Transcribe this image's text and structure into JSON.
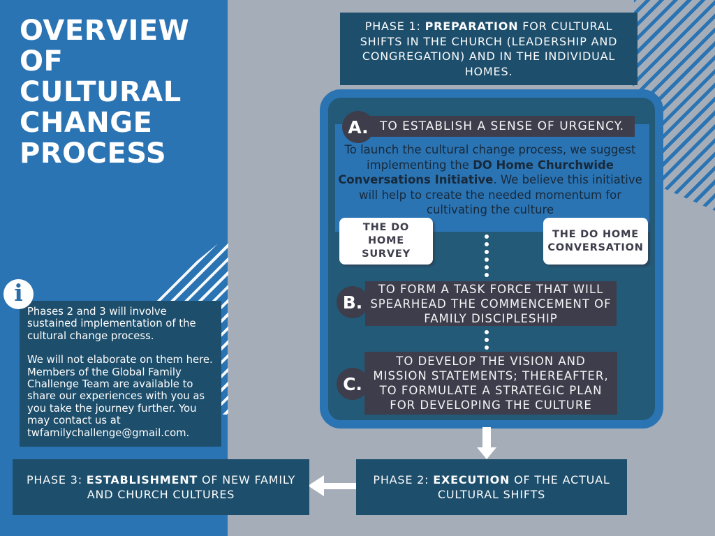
{
  "colors": {
    "background_gray": "#a4adb8",
    "panel_blue": "#2b74b4",
    "container_teal": "#235a78",
    "dark_teal_box": "#1d4e6b",
    "slate_bar": "#3d3d4b",
    "text_dark_navy": "#17293a",
    "white": "#ffffff"
  },
  "title": {
    "lines": [
      "OVERVIEW",
      "OF",
      "CULTURAL",
      "CHANGE",
      "PROCESS"
    ]
  },
  "info": {
    "glyph": "i",
    "p1": "Phases 2 and 3 will involve sustained implementation of the cultural change process.",
    "p2": "We will not elaborate on them here. Members of the Global Family Challenge Team are available to share our experiences with you as you take the journey further. You may contact us at twfamilychallenge@gmail.com."
  },
  "phase1": {
    "prefix": "PHASE 1: ",
    "emphasis": "PREPARATION",
    "suffix": " FOR CULTURAL SHIFTS IN THE CHURCH (LEADERSHIP AND CONGREGATION) AND IN THE INDIVIDUAL HOMES."
  },
  "step_a": {
    "badge": "A.",
    "heading": "TO ESTABLISH A SENSE OF URGENCY.",
    "body_pre": "To launch the cultural change process, we suggest implementing the ",
    "body_bold": "DO Home Churchwide Conversations Initiative",
    "body_post": ". We believe this initiative will help to create the needed momentum for cultivating the culture"
  },
  "cards": {
    "survey": "THE DO HOME SURVEY",
    "conversation": "THE DO HOME CONVERSATION"
  },
  "step_b": {
    "badge": "B.",
    "text": "TO FORM A TASK FORCE THAT WILL SPEARHEAD THE COMMENCEMENT OF FAMILY DISCIPLESHIP"
  },
  "step_c": {
    "badge": "C.",
    "text": "TO DEVELOP THE VISION AND MISSION STATEMENTS; THEREAFTER, TO FORMULATE A STRATEGIC PLAN FOR DEVELOPING THE CULTURE"
  },
  "phase2": {
    "prefix": "PHASE 2: ",
    "emphasis": "EXECUTION",
    "suffix": " OF THE ACTUAL CULTURAL SHIFTS"
  },
  "phase3": {
    "prefix": "PHASE 3: ",
    "emphasis": "ESTABLISHMENT",
    "suffix": " OF NEW FAMILY AND CHURCH CULTURES"
  }
}
